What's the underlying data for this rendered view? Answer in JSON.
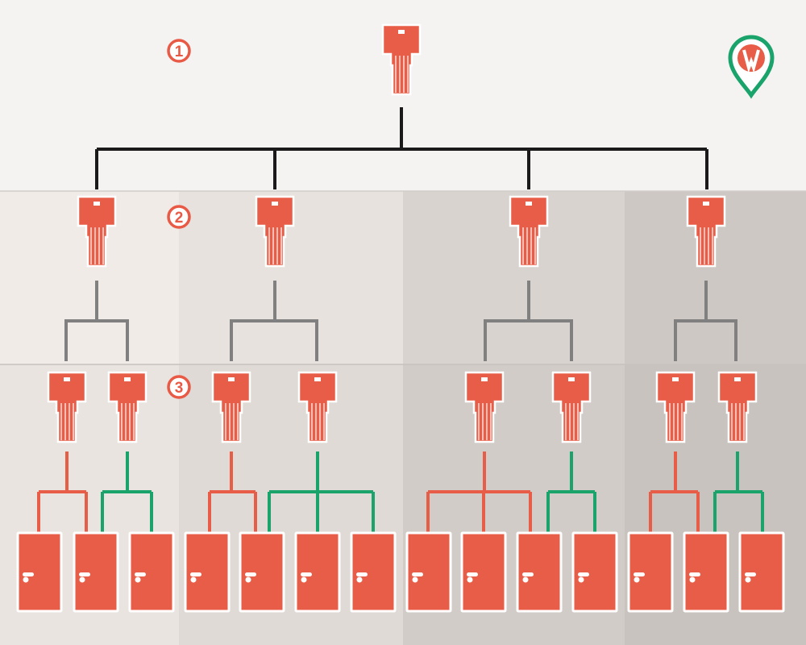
{
  "levels": [
    {
      "label": "1",
      "name": "master-key-level"
    },
    {
      "label": "2",
      "name": "group-master-key-level"
    },
    {
      "label": "3",
      "name": "individual-key-level"
    }
  ],
  "colors": {
    "key": "#e85d47",
    "door": "#e85d47",
    "line_master": "#1a1a1a",
    "line_group": "#808080",
    "line_red": "#e85d47",
    "line_green": "#1aa36b",
    "logo_green": "#1aa36b"
  },
  "structure": {
    "group_keys": 4,
    "individual_keys": 8,
    "doors": 14,
    "individual_key_door_access": [
      {
        "color": "red",
        "doors": [
          1,
          2
        ]
      },
      {
        "color": "green",
        "doors": [
          2,
          3
        ]
      },
      {
        "color": "red",
        "doors": [
          4,
          5
        ]
      },
      {
        "color": "green",
        "doors": [
          5,
          6,
          7
        ]
      },
      {
        "color": "red",
        "doors": [
          8,
          9,
          10
        ]
      },
      {
        "color": "green",
        "doors": [
          10,
          11
        ]
      },
      {
        "color": "red",
        "doors": [
          12,
          13
        ]
      },
      {
        "color": "green",
        "doors": [
          13,
          14
        ]
      }
    ]
  }
}
